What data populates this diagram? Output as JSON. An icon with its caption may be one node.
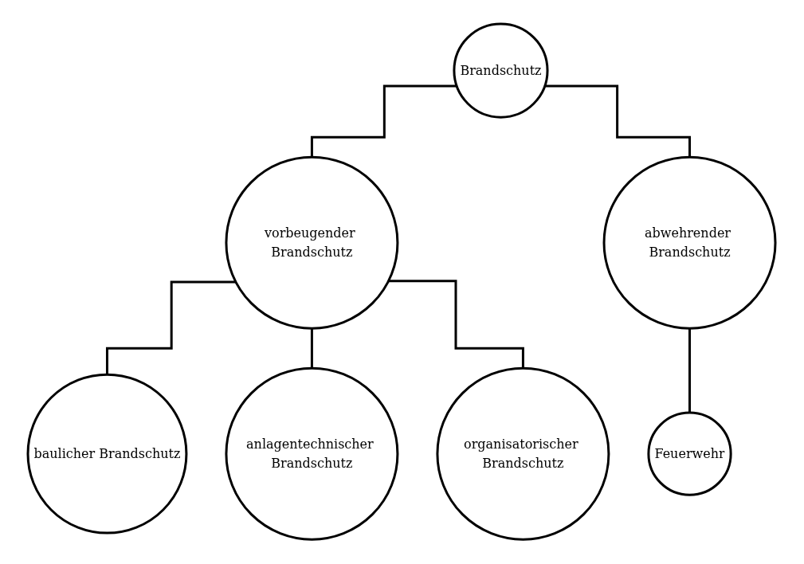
{
  "diagram": {
    "nodes": [
      {
        "text": [
          "Brandschutz"
        ]
      },
      {
        "text": [
          "vorbeugender Brandschutz"
        ]
      },
      {
        "text": [
          "abwehrender Brandschutz"
        ]
      },
      {
        "text": [
          "baulicher Brandschutz"
        ]
      },
      {
        "text": [
          "anlagentechnischer Brandschutz"
        ]
      },
      {
        "text": [
          "organisatorischer Brandschutz"
        ]
      },
      {
        "text": [
          "Feuerwehr"
        ]
      }
    ],
    "edges": [
      {
        "from": 0,
        "to": 1,
        "arrow": "none"
      },
      {
        "from": 0,
        "to": 2,
        "arrow": "none"
      },
      {
        "from": 1,
        "to": 3,
        "arrow": "none"
      },
      {
        "from": 1,
        "to": 4,
        "arrow": "none"
      },
      {
        "from": 1,
        "to": 5,
        "arrow": "none"
      },
      {
        "from": 2,
        "to": 6,
        "arrow": "none"
      }
    ]
  }
}
